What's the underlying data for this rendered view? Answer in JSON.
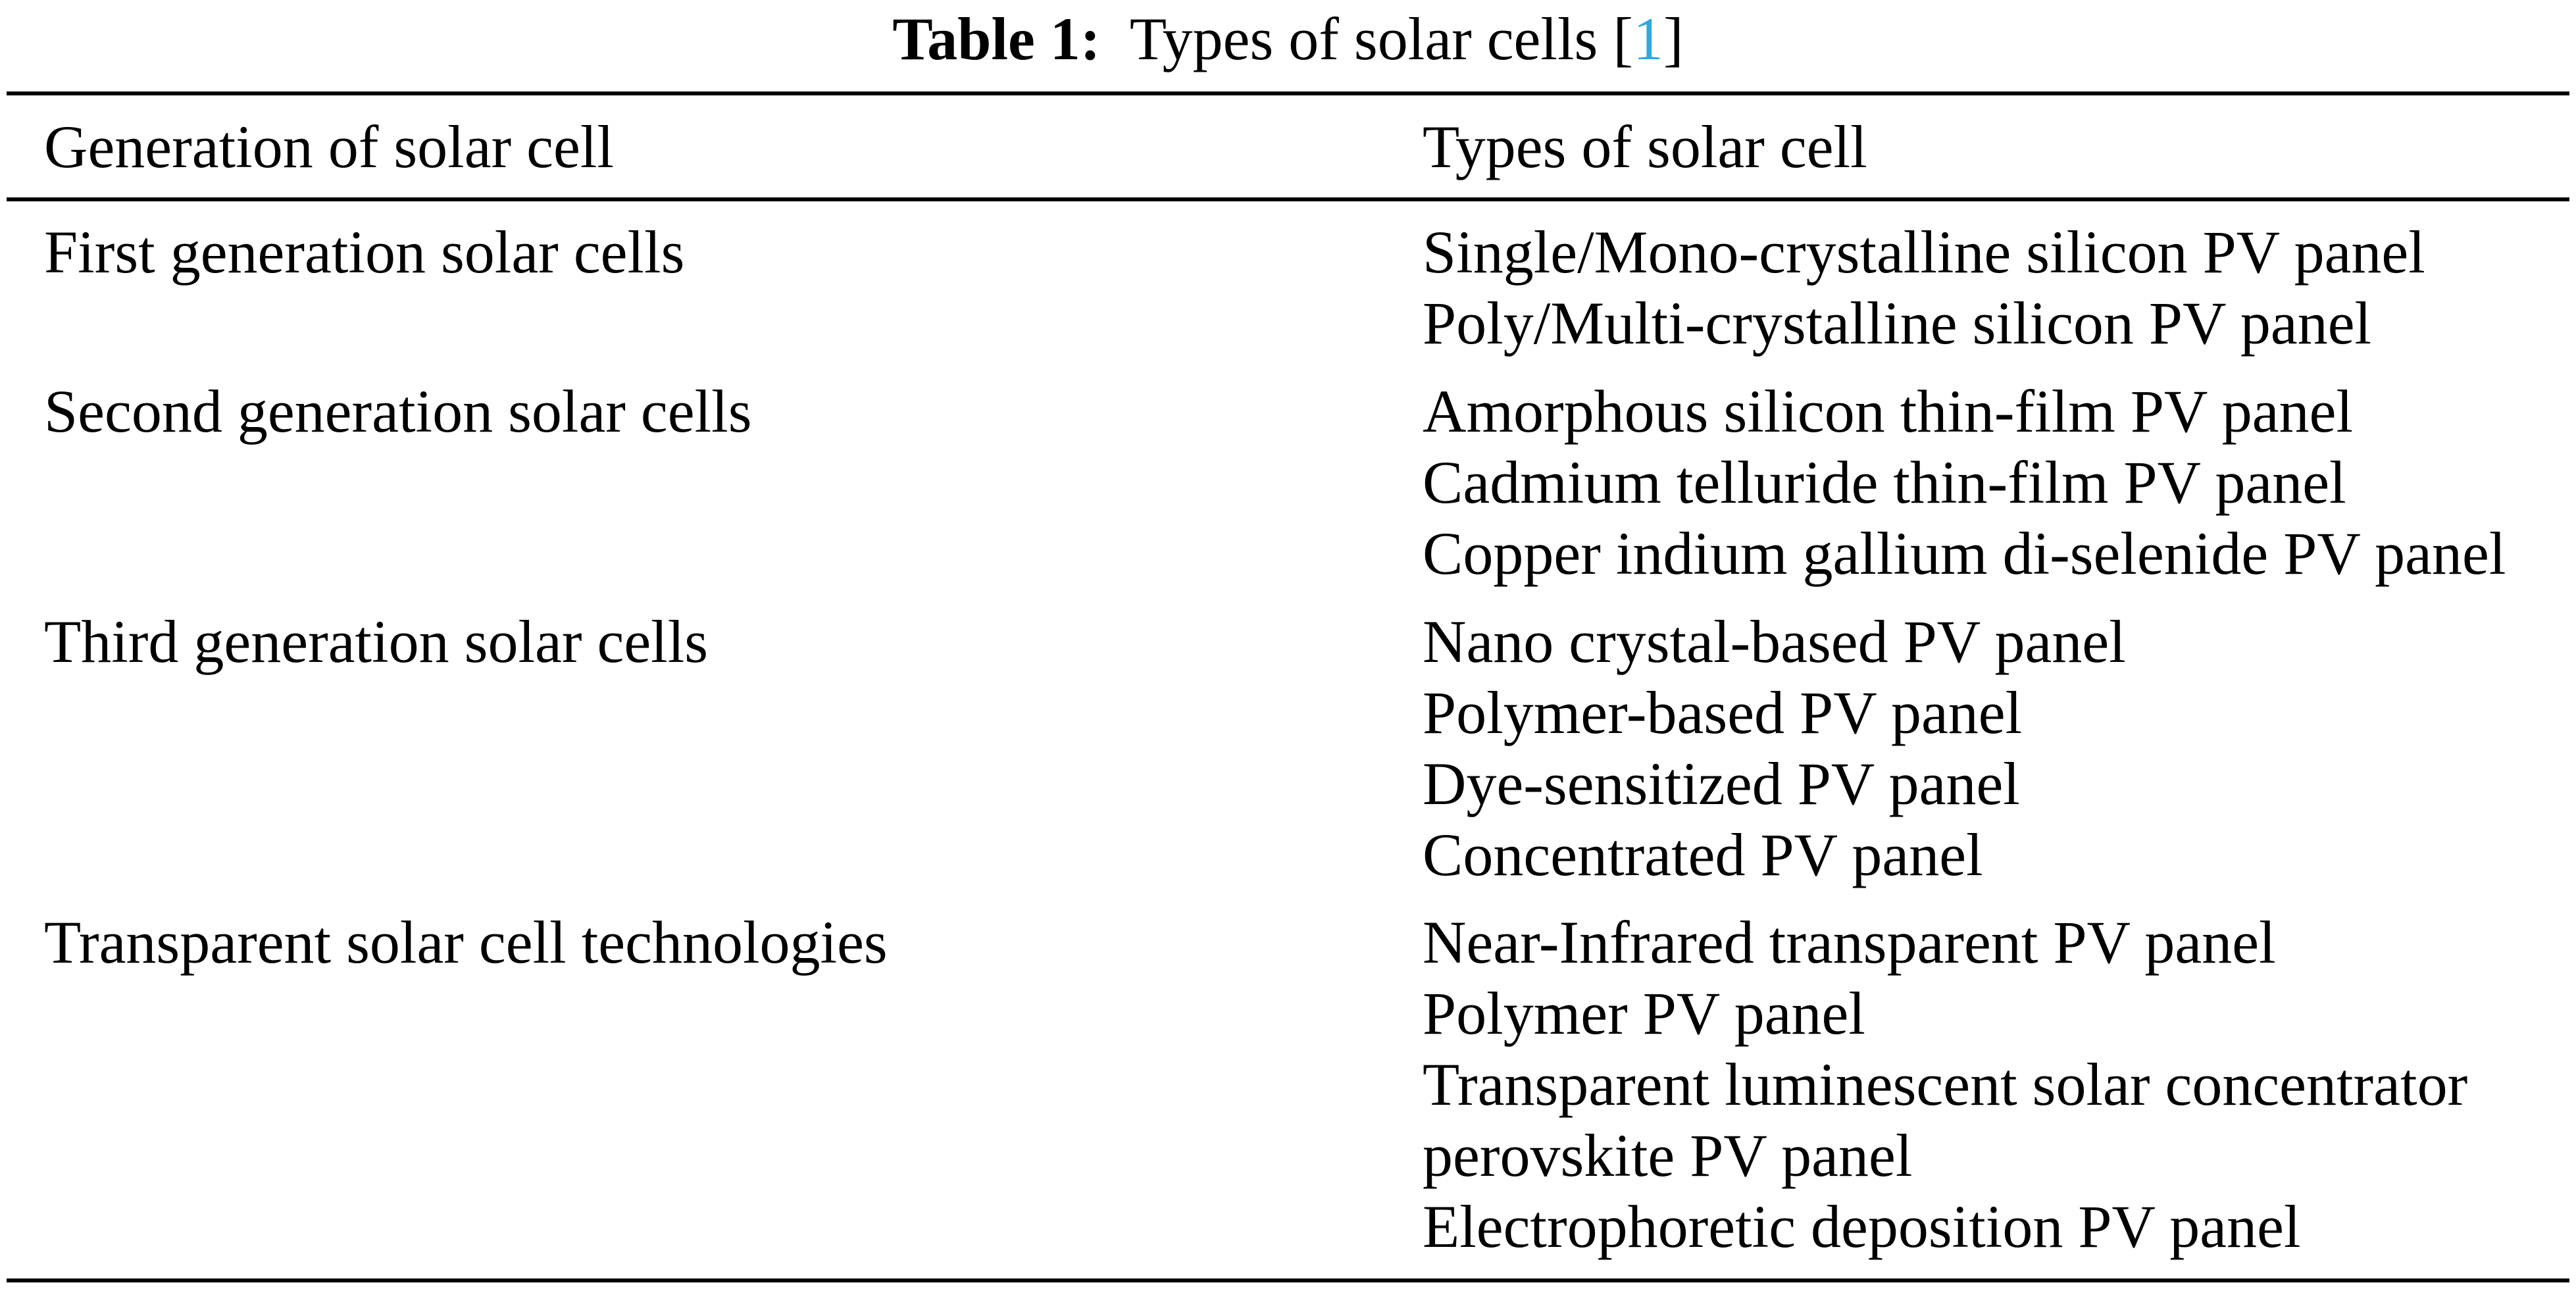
{
  "caption": {
    "label": "Table 1:",
    "title": "Types of solar cells",
    "ref_open": "[",
    "ref_number": "1",
    "ref_close": "]",
    "ref_color": "#2fa8e0"
  },
  "table": {
    "columns": [
      "Generation of solar cell",
      "Types of solar cell"
    ],
    "groups": [
      {
        "generation": "First generation solar cells",
        "types": [
          "Single/Mono-crystalline silicon PV panel",
          "Poly/Multi-crystalline silicon PV panel"
        ]
      },
      {
        "generation": "Second generation solar cells",
        "types": [
          "Amorphous silicon thin-film PV panel",
          "Cadmium telluride thin-film PV panel",
          "Copper indium gallium di-selenide PV panel"
        ]
      },
      {
        "generation": "Third generation solar cells",
        "types": [
          "Nano crystal-based PV panel",
          "Polymer-based PV panel",
          "Dye-sensitized PV panel",
          "Concentrated PV panel"
        ]
      },
      {
        "generation": "Transparent solar cell technologies",
        "types": [
          "Near-Infrared transparent PV panel",
          "Polymer PV panel",
          "Transparent luminescent solar concentrator",
          "perovskite PV panel",
          "Electrophoretic deposition PV panel"
        ]
      }
    ]
  }
}
